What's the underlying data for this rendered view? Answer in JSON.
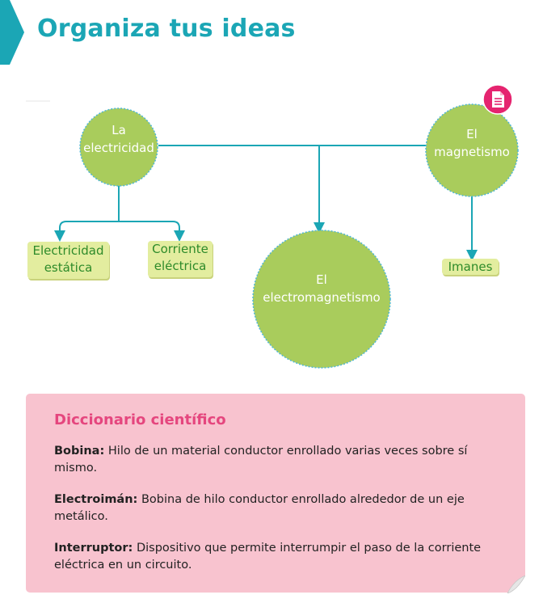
{
  "header": {
    "title": "Organiza tus ideas",
    "accent_color": "#1ba6b5"
  },
  "concept_map": {
    "node_color": "#a9cc5c",
    "line_color": "#1ba6b5",
    "nodes": {
      "electricidad": {
        "line1": "La",
        "line2": "electricidad"
      },
      "magnetismo": {
        "line1": "El",
        "line2": "magnetismo"
      },
      "electromagnetismo": {
        "line1": "El",
        "line2": "electromagnetismo"
      }
    },
    "leaves": {
      "estatica": {
        "line1": "Electricidad",
        "line2": "estática"
      },
      "corriente": {
        "line1": "Corriente",
        "line2": "eléctrica"
      },
      "imanes": {
        "line1": "Imanes"
      }
    },
    "badge_icon": "document-icon",
    "badge_color": "#e5246f"
  },
  "dictionary": {
    "title": "Diccionario científico",
    "background": "#f8c3cf",
    "entries": [
      {
        "term": "Bobina:",
        "definition": " Hilo de un material conductor enrollado varias veces sobre sí mismo."
      },
      {
        "term": "Electroimán:",
        "definition": " Bobina de hilo conductor enrollado alrededor de un eje metálico."
      },
      {
        "term": "Interruptor:",
        "definition": " Dispositivo que permite interrumpir el paso de la corriente eléctrica en un circuito."
      }
    ]
  }
}
